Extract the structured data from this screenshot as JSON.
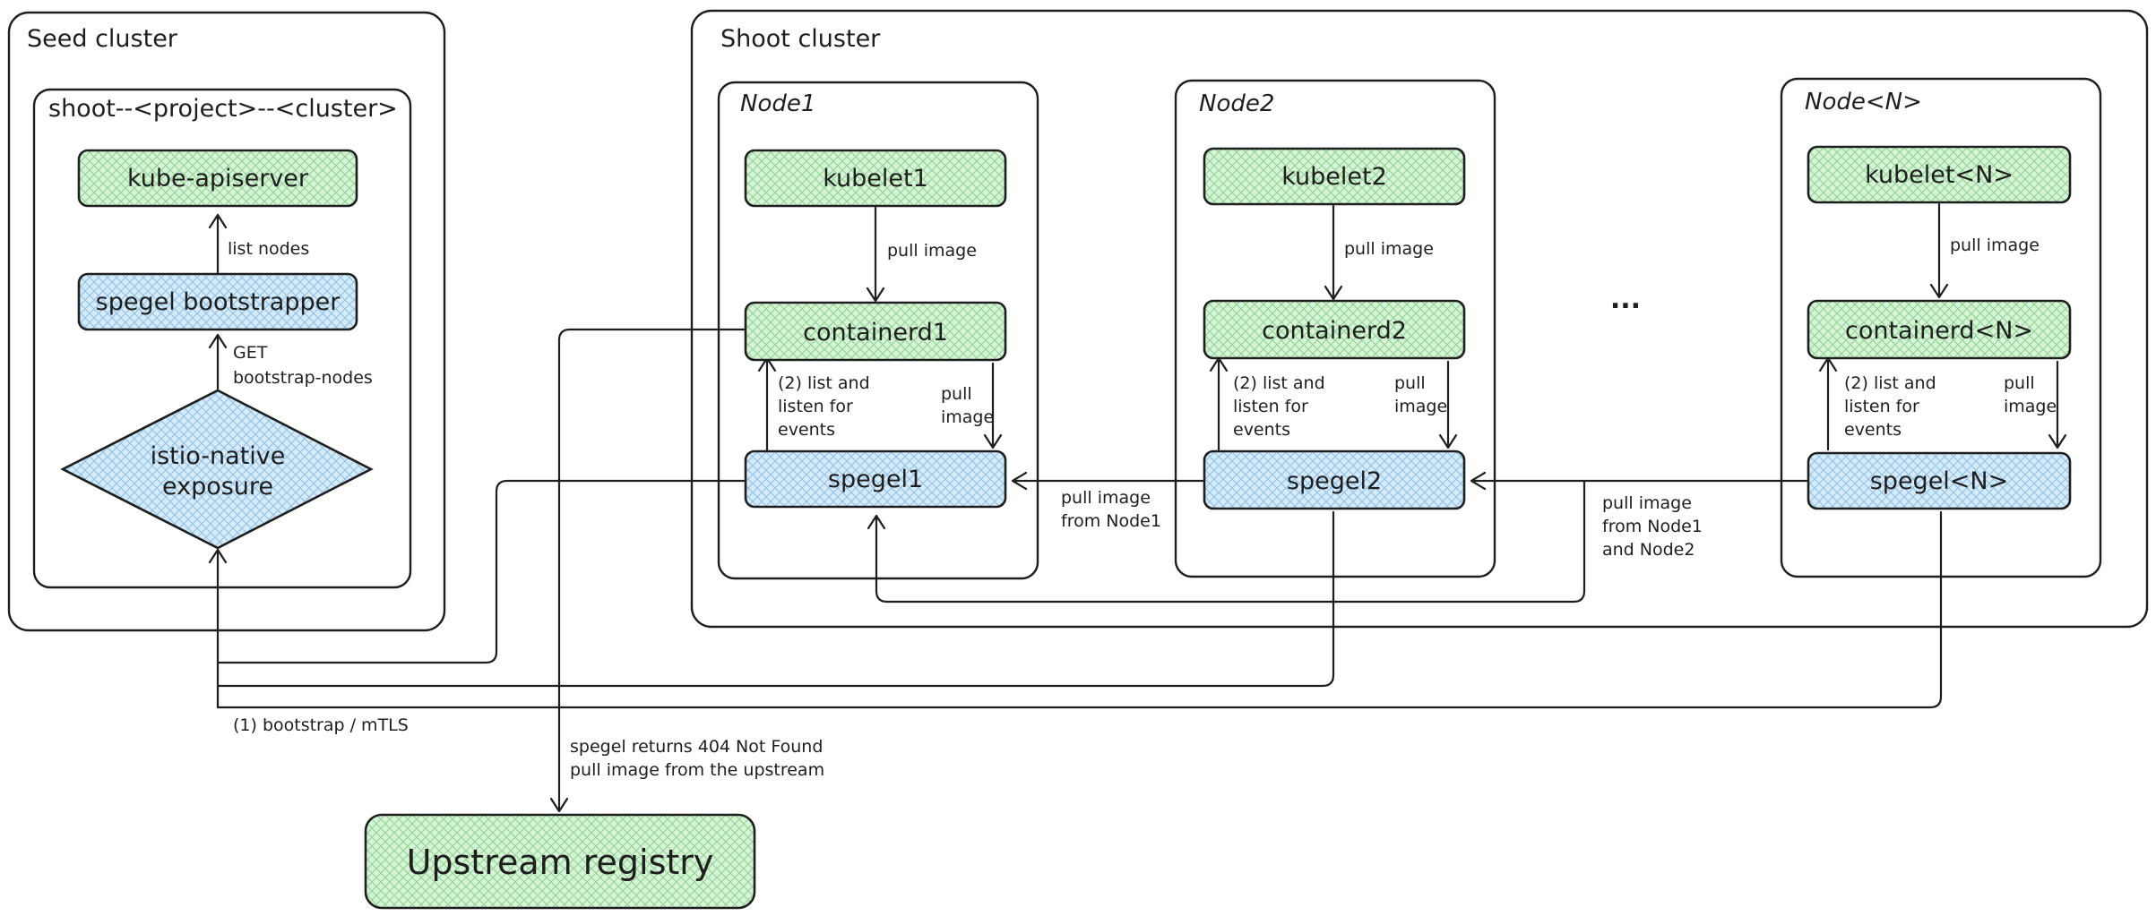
{
  "colors": {
    "green_fill": "#d8f4d8",
    "green_hatch": "#8fd58f",
    "blue_fill": "#d6eaf8",
    "blue_hatch": "#8ec2ea",
    "stroke": "#1e1e1e"
  },
  "clusters": {
    "seed": "Seed cluster",
    "namespace": "shoot--<project>--<cluster>",
    "shoot": "Shoot cluster"
  },
  "nodes": {
    "node1": "Node1",
    "node2": "Node2",
    "nodeN": "Node<N>",
    "ellipsis": "..."
  },
  "components": {
    "kube_apiserver": "kube-apiserver",
    "bootstrapper": "spegel bootstrapper",
    "istio_line1": "istio-native",
    "istio_line2": "exposure",
    "kubelet1": "kubelet1",
    "kubelet2": "kubelet2",
    "kubeletN": "kubelet<N>",
    "containerd1": "containerd1",
    "containerd2": "containerd2",
    "containerdN": "containerd<N>",
    "spegel1": "spegel1",
    "spegel2": "spegel2",
    "spegelN": "spegel<N>",
    "upstream": "Upstream registry"
  },
  "edges": {
    "list_nodes": "list nodes",
    "get_line1": "GET",
    "get_line2": "bootstrap-nodes",
    "pull_image": "pull image",
    "pull": "pull",
    "image": "image",
    "list_line1": "(2) list and",
    "list_line2": "listen for",
    "list_line3": "events",
    "from_node1_line1": "pull image",
    "from_node1_line2": "from Node1",
    "from_n12_line1": "pull image",
    "from_n12_line2": "from Node1",
    "from_n12_line3": "and Node2",
    "bootstrap": "(1) bootstrap / mTLS",
    "upstream_line1": "spegel returns 404 Not Found",
    "upstream_line2": "pull image from the upstream"
  }
}
